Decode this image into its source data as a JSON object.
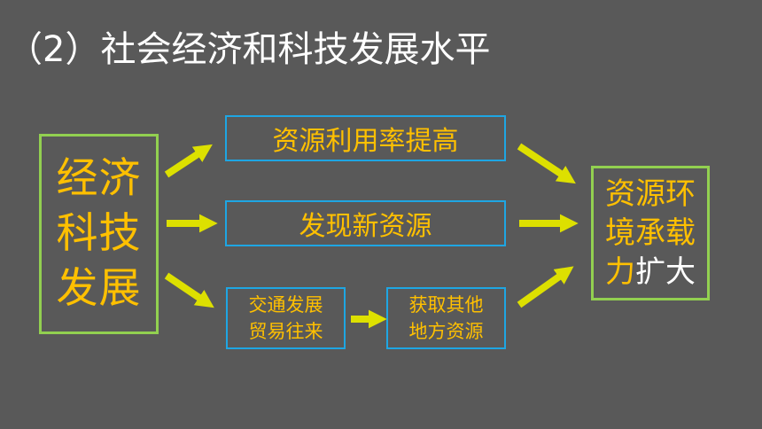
{
  "title": "（2）社会经济和科技发展水平",
  "left_box": {
    "lines": [
      "经济",
      "科技",
      "发展"
    ]
  },
  "middle_boxes": {
    "top": "资源利用率提高",
    "middle": "发现新资源",
    "bottom_left": [
      "交通发展",
      "贸易往来"
    ],
    "bottom_right": [
      "获取其他",
      "地方资源"
    ]
  },
  "right_box": {
    "line1": "资源环",
    "line2": "境承载",
    "line3_yellow": "力",
    "line3_white": "扩大"
  },
  "colors": {
    "background": "#595959",
    "text_yellow": "#ffc000",
    "border_green": "#92d050",
    "border_blue": "#1ea6e3",
    "arrow": "#dde000"
  }
}
